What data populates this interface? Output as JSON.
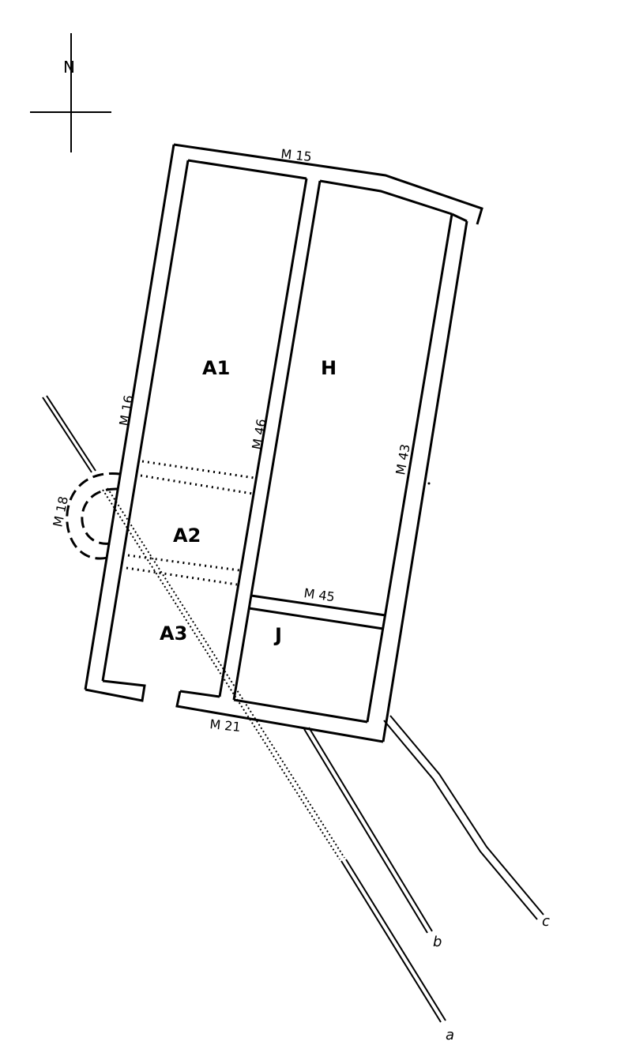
{
  "north": "N",
  "rooms": {
    "a1": "A1",
    "a2": "A2",
    "a3": "A3",
    "h": "H",
    "j": "J"
  },
  "walls": {
    "m15": "M 15",
    "m16": "M 16",
    "m18": "M 18",
    "m21": "M 21",
    "m43": "M 43",
    "m45": "M 45",
    "m46": "M 46"
  },
  "paths": {
    "a": "a",
    "b": "b",
    "c": "c"
  },
  "colors": {
    "ink": "#000000",
    "paper": "#ffffff"
  }
}
